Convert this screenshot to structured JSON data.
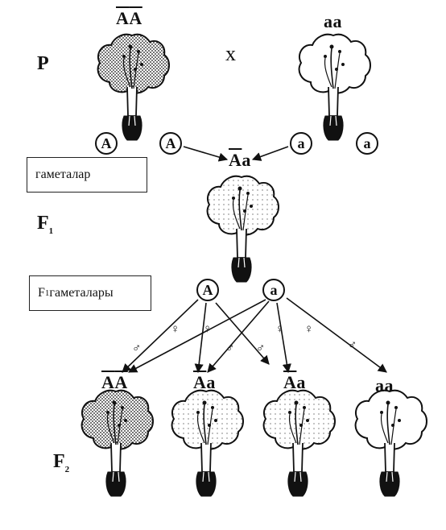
{
  "labels": {
    "p": "P",
    "cross": "x",
    "f1": "F",
    "f1_sub": "1",
    "f2": "F",
    "f2_sub": "2",
    "gametes_box": "гаметалар",
    "f1_gametes_prefix": "F",
    "f1_gametes_sub": "1",
    "f1_gametes_text": " гаметалары"
  },
  "genotypes": {
    "parent_left_1": "A",
    "parent_left_2": "A",
    "parent_right": "aa",
    "f1_big": "A",
    "f1_small": "a",
    "f2_1_a": "A",
    "f2_1_b": "A",
    "f2_2_a": "A",
    "f2_2_b": "a",
    "f2_3_a": "A",
    "f2_3_b": "a",
    "f2_4": "aa"
  },
  "gametes": {
    "parent_left_outer": "A",
    "parent_left_inner": "A",
    "parent_right_inner": "a",
    "parent_right_outer": "a",
    "f1_left": "A",
    "f1_right": "a"
  },
  "symbols": {
    "male": "♂",
    "female": "♀"
  },
  "flower_fills": {
    "dominant": "dotted-dark",
    "hybrid": "light-dotted",
    "recessive": "white"
  }
}
